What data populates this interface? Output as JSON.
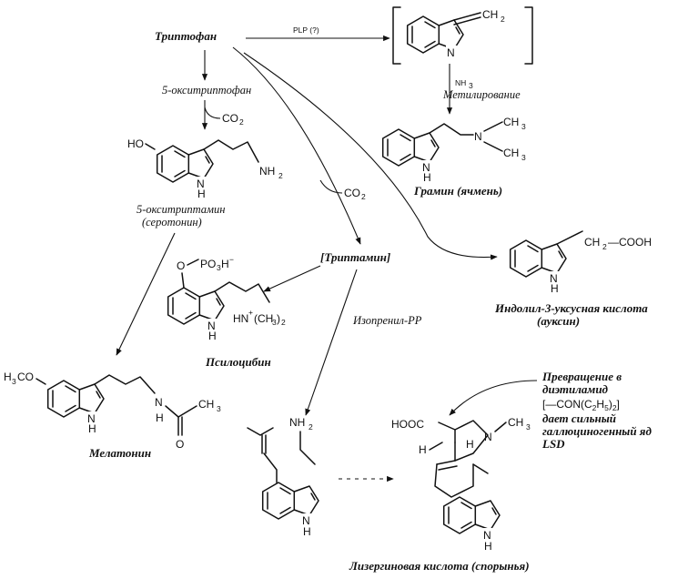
{
  "compounds": {
    "tryptophan": "Триптофан",
    "hydroxytryptophan": "5-окситриптофан",
    "serotonin_1": "5-окситриптамин",
    "serotonin_2": "(серотонин)",
    "tryptamine": "[Триптамин]",
    "psilocybin": "Псилоцибин",
    "melatonin": "Мелатонин",
    "gramine": "Грамин (ячмень)",
    "auxin_1": "Индолил-3-уксусная кислота",
    "auxin_2": "(ауксин)",
    "lysergic": "Лизергиновая кислота (спорынья)"
  },
  "reactions": {
    "plp": "PLP (?)",
    "methylation": "Метилирование",
    "co2_a": "CO",
    "co2_b": "CO",
    "co2_sub": "2",
    "isoprenyl": "Изопренил-PP"
  },
  "note": {
    "line1": "Превращение в",
    "line2": "диэтиламид",
    "line3": "[—CON(C",
    "line3_sub1": "2",
    "line3_mid": "H",
    "line3_sub2": "5",
    "line3_end": ")",
    "line3_sub3": "2",
    "line3_close": "]",
    "line4": "дает сильный",
    "line5": "галлюциногенный яд",
    "line6": "LSD"
  },
  "atoms": {
    "ho": "HO",
    "nh": "N",
    "h": "H",
    "ch2": "CH",
    "two": "2",
    "nh2": "NH",
    "n_h2": "NH",
    "ch3": "CH",
    "three": "3",
    "n": "N",
    "cooh": "CH",
    "cooh_tail": "—COOH",
    "po3h": "PO",
    "po3h_sub": "3",
    "po3h_end": "H",
    "po3h_sup": "−",
    "o": "O",
    "hn_me": "HN",
    "hn_plus": "+",
    "hn_tail": "(CH",
    "hn_tail_sub": "3",
    "hn_tail_end": ")",
    "hn_tail_sub2": "2",
    "h3co": "H",
    "h3co_sub": "3",
    "h3co_end": "CO",
    "ch3_ac": "CH",
    "hooc": "HOOC"
  }
}
